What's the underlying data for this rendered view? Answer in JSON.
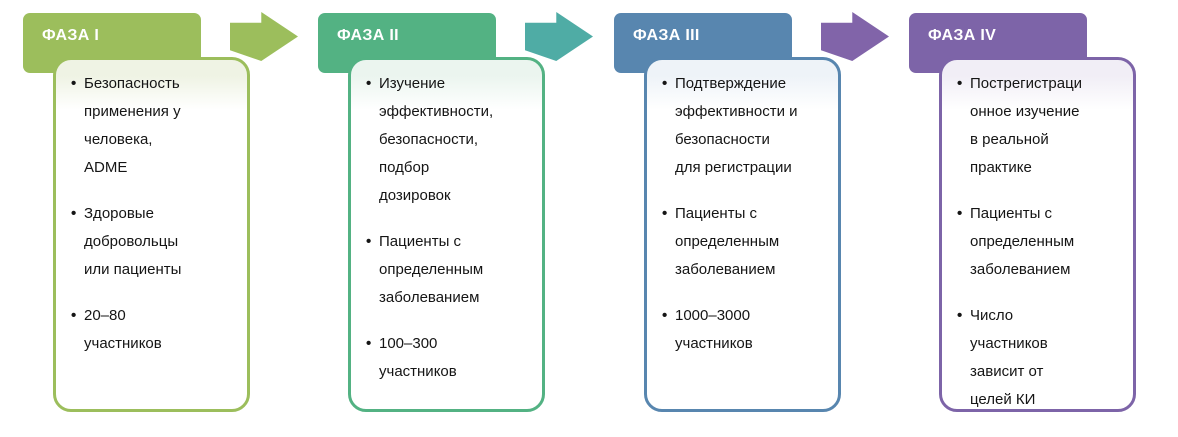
{
  "diagram": {
    "bullet_char": "•",
    "phases": [
      {
        "label": "ФАЗА I",
        "color": "#9CBE5C",
        "tint": "#EFF3E4",
        "arrow_color": "#9CBE5C",
        "bullets": [
          "Безопасность\nприменения у\nчеловека,\nADME",
          "Здоровые\nдобровольцы\nили пациенты",
          "20–80\nучастников"
        ]
      },
      {
        "label": "ФАЗА II",
        "color": "#53B283",
        "tint": "#EBF5EF",
        "arrow_color": "#4FACA5",
        "bullets": [
          "Изучение\nэффективности,\nбезопасности,\nподбор\nдозировок",
          "Пациенты с\nопределенным\nзаболеванием",
          "100–300\nучастников"
        ]
      },
      {
        "label": "ФАЗА III",
        "color": "#5886AF",
        "tint": "#EEF3F8",
        "arrow_color": "#8164A9",
        "bullets": [
          "Подтверждение\nэффективности и\nбезопасности\nдля регистрации",
          "Пациенты с\nопределенным\nзаболеванием",
          "1000–3000\nучастников"
        ]
      },
      {
        "label": "ФАЗА IV",
        "color": "#7D64A8",
        "tint": "#F1EEF6",
        "arrow_color": null,
        "bullets": [
          "Пострегистраци\nонное изучение\nв реальной\nпрактике",
          "Пациенты с\nопределенным\nзаболеванием",
          "Число\nучастников\nзависит от\nцелей КИ"
        ]
      }
    ]
  }
}
